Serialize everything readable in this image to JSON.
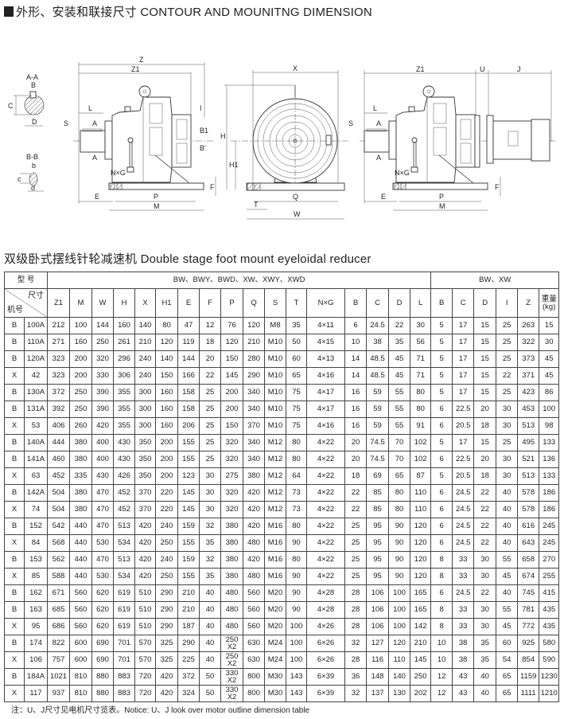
{
  "header": {
    "title": "外形、安装和联接尺寸 CONTOUR AND MOUNITNG DIMENSION",
    "section_title": "双级卧式摆线针轮减速机 Double stage foot mount eyeloidal reducer"
  },
  "drawing": {
    "labels": {
      "AA": "A-A",
      "BB": "B-B",
      "B": "B",
      "C": "C",
      "D": "D",
      "b": "b",
      "c": "c",
      "d": "d",
      "Z": "Z",
      "Z1": "Z1",
      "L": "L",
      "S": "S",
      "A": "A",
      "I": "I",
      "B1": "B1",
      "Bp": "B'",
      "NxG": "N×G",
      "E": "E",
      "P": "P",
      "M": "M",
      "F": "F",
      "X": "X",
      "H": "H",
      "H1": "H1",
      "Q": "Q",
      "T": "T",
      "W": "W",
      "U": "U",
      "J": "J"
    }
  },
  "table": {
    "model_label": "型 号",
    "group1": "BW、BWY、BWD、XW、XWY、XWD",
    "group2": "BW、XW",
    "size_label": "尺寸",
    "machine_label": "机号",
    "columns": [
      "Z1",
      "M",
      "W",
      "H",
      "X",
      "H1",
      "E",
      "F",
      "P",
      "Q",
      "S",
      "T",
      "N×G",
      "B",
      "C",
      "D",
      "L",
      "B",
      "C",
      "D",
      "I",
      "Z",
      "重量\n(kg)"
    ],
    "rows": [
      [
        "B",
        "100A",
        "212",
        "100",
        "144",
        "160",
        "140",
        "80",
        "47",
        "12",
        "76",
        "120",
        "M8",
        "35",
        "4×11",
        "6",
        "24.5",
        "22",
        "30",
        "5",
        "17",
        "15",
        "25",
        "263",
        "15"
      ],
      [
        "B",
        "110A",
        "271",
        "160",
        "250",
        "261",
        "210",
        "120",
        "119",
        "18",
        "120",
        "210",
        "M10",
        "50",
        "4×15",
        "10",
        "38",
        "35",
        "56",
        "5",
        "17",
        "15",
        "25",
        "322",
        "30"
      ],
      [
        "B",
        "120A",
        "323",
        "200",
        "320",
        "296",
        "240",
        "140",
        "144",
        "20",
        "150",
        "280",
        "M10",
        "60",
        "4×13",
        "14",
        "48.5",
        "45",
        "71",
        "5",
        "17",
        "15",
        "25",
        "373",
        "45"
      ],
      [
        "X",
        "42",
        "323",
        "200",
        "330",
        "306",
        "240",
        "150",
        "166",
        "22",
        "145",
        "290",
        "M10",
        "65",
        "4×16",
        "14",
        "48.5",
        "45",
        "71",
        "5",
        "17",
        "15",
        "22",
        "371",
        "45"
      ],
      [
        "B",
        "130A",
        "372",
        "250",
        "390",
        "355",
        "300",
        "160",
        "158",
        "25",
        "200",
        "340",
        "M10",
        "75",
        "4×17",
        "16",
        "59",
        "55",
        "80",
        "5",
        "17",
        "15",
        "25",
        "423",
        "86"
      ],
      [
        "B",
        "131A",
        "392",
        "250",
        "390",
        "355",
        "300",
        "160",
        "158",
        "25",
        "200",
        "340",
        "M10",
        "75",
        "4×17",
        "16",
        "59",
        "55",
        "80",
        "6",
        "22.5",
        "20",
        "30",
        "453",
        "100"
      ],
      [
        "X",
        "53",
        "406",
        "260",
        "420",
        "355",
        "300",
        "160",
        "206",
        "25",
        "150",
        "370",
        "M10",
        "75",
        "4×16",
        "16",
        "59",
        "55",
        "91",
        "6",
        "20.5",
        "18",
        "30",
        "513",
        "98"
      ],
      [
        "B",
        "140A",
        "444",
        "380",
        "400",
        "430",
        "350",
        "200",
        "155",
        "25",
        "320",
        "340",
        "M12",
        "80",
        "4×22",
        "20",
        "74.5",
        "70",
        "102",
        "5",
        "17",
        "15",
        "25",
        "495",
        "133"
      ],
      [
        "B",
        "141A",
        "460",
        "380",
        "400",
        "430",
        "350",
        "200",
        "155",
        "25",
        "320",
        "340",
        "M12",
        "80",
        "4×22",
        "20",
        "74.5",
        "70",
        "102",
        "6",
        "22.5",
        "20",
        "30",
        "521",
        "136"
      ],
      [
        "X",
        "63",
        "452",
        "335",
        "430",
        "426",
        "350",
        "200",
        "123",
        "30",
        "275",
        "380",
        "M12",
        "64",
        "4×22",
        "18",
        "69",
        "65",
        "87",
        "5",
        "20.5",
        "18",
        "30",
        "513",
        "133"
      ],
      [
        "B",
        "142A",
        "504",
        "380",
        "470",
        "452",
        "370",
        "220",
        "145",
        "30",
        "320",
        "420",
        "M12",
        "73",
        "4×22",
        "22",
        "85",
        "80",
        "110",
        "6",
        "24.5",
        "22",
        "40",
        "578",
        "186"
      ],
      [
        "X",
        "74",
        "504",
        "380",
        "470",
        "452",
        "370",
        "220",
        "145",
        "30",
        "320",
        "420",
        "M12",
        "73",
        "4×22",
        "22",
        "85",
        "80",
        "110",
        "6",
        "24.5",
        "22",
        "40",
        "578",
        "186"
      ],
      [
        "B",
        "152",
        "542",
        "440",
        "470",
        "513",
        "420",
        "240",
        "159",
        "32",
        "380",
        "420",
        "M16",
        "80",
        "4×22",
        "25",
        "95",
        "90",
        "120",
        "6",
        "24.5",
        "22",
        "40",
        "616",
        "245"
      ],
      [
        "X",
        "84",
        "568",
        "440",
        "530",
        "534",
        "420",
        "250",
        "155",
        "35",
        "380",
        "480",
        "M16",
        "90",
        "4×22",
        "25",
        "95",
        "90",
        "120",
        "6",
        "24.5",
        "22",
        "40",
        "643",
        "245"
      ],
      [
        "B",
        "153",
        "562",
        "440",
        "470",
        "513",
        "420",
        "240",
        "159",
        "32",
        "380",
        "420",
        "M16",
        "80",
        "4×22",
        "25",
        "95",
        "90",
        "120",
        "8",
        "33",
        "30",
        "55",
        "658",
        "270"
      ],
      [
        "X",
        "85",
        "588",
        "440",
        "530",
        "534",
        "420",
        "250",
        "155",
        "35",
        "380",
        "480",
        "M16",
        "90",
        "4×22",
        "25",
        "95",
        "90",
        "120",
        "8",
        "33",
        "30",
        "45",
        "674",
        "255"
      ],
      [
        "B",
        "162",
        "671",
        "560",
        "620",
        "619",
        "510",
        "290",
        "210",
        "40",
        "480",
        "560",
        "M20",
        "90",
        "4×28",
        "28",
        "106",
        "100",
        "165",
        "6",
        "24.5",
        "22",
        "40",
        "745",
        "415"
      ],
      [
        "B",
        "163",
        "685",
        "560",
        "620",
        "619",
        "510",
        "290",
        "210",
        "40",
        "480",
        "560",
        "M20",
        "90",
        "4×28",
        "28",
        "106",
        "100",
        "165",
        "8",
        "33",
        "30",
        "55",
        "781",
        "435"
      ],
      [
        "X",
        "95",
        "686",
        "560",
        "620",
        "619",
        "510",
        "290",
        "187",
        "40",
        "480",
        "560",
        "M20",
        "100",
        "4×26",
        "28",
        "106",
        "100",
        "142",
        "8",
        "33",
        "30",
        "45",
        "772",
        "435"
      ],
      [
        "B",
        "174",
        "822",
        "600",
        "690",
        "701",
        "570",
        "325",
        "290",
        "40",
        "250\nX2",
        "630",
        "M24",
        "100",
        "6×26",
        "32",
        "127",
        "120",
        "210",
        "10",
        "38",
        "35",
        "60",
        "925",
        "580"
      ],
      [
        "X",
        "106",
        "757",
        "600",
        "690",
        "701",
        "570",
        "325",
        "225",
        "40",
        "250\nX2",
        "630",
        "M24",
        "100",
        "6×26",
        "28",
        "116",
        "110",
        "145",
        "10",
        "38",
        "35",
        "54",
        "854",
        "590"
      ],
      [
        "B",
        "184A",
        "1021",
        "810",
        "880",
        "883",
        "720",
        "420",
        "372",
        "50",
        "330\nX2",
        "800",
        "M30",
        "143",
        "6×39",
        "36",
        "148",
        "140",
        "250",
        "12",
        "43",
        "40",
        "65",
        "1159",
        "1230"
      ],
      [
        "X",
        "117",
        "937",
        "810",
        "880",
        "883",
        "720",
        "420",
        "324",
        "50",
        "330\nX2",
        "800",
        "M30",
        "143",
        "6×39",
        "32",
        "137",
        "130",
        "202",
        "12",
        "43",
        "40",
        "65",
        "1111",
        "1210"
      ]
    ]
  },
  "footer": {
    "note": "注：U、J尺寸见电机尺寸览表。Notice: U、J look over motor outline dimension table"
  }
}
